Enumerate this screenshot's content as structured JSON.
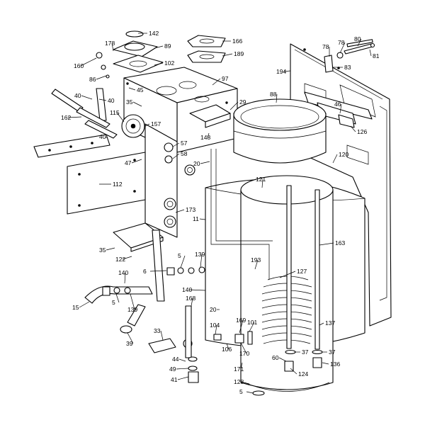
{
  "diagram": {
    "callouts": [
      {
        "id": "c142",
        "label": "142"
      },
      {
        "id": "c178",
        "label": "178"
      },
      {
        "id": "c89",
        "label": "89"
      },
      {
        "id": "c160",
        "label": "160"
      },
      {
        "id": "c86",
        "label": "86"
      },
      {
        "id": "c102",
        "label": "102"
      },
      {
        "id": "c166",
        "label": "166"
      },
      {
        "id": "c189",
        "label": "189"
      },
      {
        "id": "c97",
        "label": "97"
      },
      {
        "id": "c45",
        "label": "45"
      },
      {
        "id": "c40a",
        "label": "40"
      },
      {
        "id": "c40b",
        "label": "40"
      },
      {
        "id": "c35a",
        "label": "35"
      },
      {
        "id": "c29",
        "label": "29"
      },
      {
        "id": "c162",
        "label": "162"
      },
      {
        "id": "c115",
        "label": "115"
      },
      {
        "id": "c157",
        "label": "157"
      },
      {
        "id": "c40c",
        "label": "40"
      },
      {
        "id": "c57",
        "label": "57"
      },
      {
        "id": "c58",
        "label": "58"
      },
      {
        "id": "c148",
        "label": "148"
      },
      {
        "id": "c47",
        "label": "47"
      },
      {
        "id": "c112",
        "label": "112"
      },
      {
        "id": "c173",
        "label": "173"
      },
      {
        "id": "c11",
        "label": "11"
      },
      {
        "id": "c20a",
        "label": "20"
      },
      {
        "id": "c35b",
        "label": "35"
      },
      {
        "id": "c122",
        "label": "122"
      },
      {
        "id": "c5a",
        "label": "5"
      },
      {
        "id": "c139a",
        "label": "139"
      },
      {
        "id": "c6",
        "label": "6"
      },
      {
        "id": "c140a",
        "label": "140"
      },
      {
        "id": "c140b",
        "label": "140"
      },
      {
        "id": "c5b",
        "label": "5"
      },
      {
        "id": "c15",
        "label": "15"
      },
      {
        "id": "c139b",
        "label": "139"
      },
      {
        "id": "c168",
        "label": "168"
      },
      {
        "id": "c20b",
        "label": "20"
      },
      {
        "id": "c39",
        "label": "39"
      },
      {
        "id": "c33",
        "label": "33"
      },
      {
        "id": "c44",
        "label": "44"
      },
      {
        "id": "c49",
        "label": "49"
      },
      {
        "id": "c41",
        "label": "41"
      },
      {
        "id": "c104",
        "label": "104"
      },
      {
        "id": "c169",
        "label": "169"
      },
      {
        "id": "c101",
        "label": "101"
      },
      {
        "id": "c106",
        "label": "106"
      },
      {
        "id": "c170",
        "label": "170"
      },
      {
        "id": "c171",
        "label": "171"
      },
      {
        "id": "c128",
        "label": "128"
      },
      {
        "id": "c5c",
        "label": "5"
      },
      {
        "id": "c60",
        "label": "60"
      },
      {
        "id": "c124",
        "label": "124"
      },
      {
        "id": "c37a",
        "label": "37"
      },
      {
        "id": "c37b",
        "label": "37"
      },
      {
        "id": "c136",
        "label": "136"
      },
      {
        "id": "c137",
        "label": "137"
      },
      {
        "id": "c127",
        "label": "127"
      },
      {
        "id": "c193",
        "label": "193"
      },
      {
        "id": "c163",
        "label": "163"
      },
      {
        "id": "c121",
        "label": "121"
      },
      {
        "id": "c120",
        "label": "120"
      },
      {
        "id": "c88",
        "label": "88"
      },
      {
        "id": "c126",
        "label": "126"
      },
      {
        "id": "c46",
        "label": "46"
      },
      {
        "id": "c83",
        "label": "83"
      },
      {
        "id": "c194",
        "label": "194"
      },
      {
        "id": "c78a",
        "label": "78"
      },
      {
        "id": "c78b",
        "label": "78"
      },
      {
        "id": "c80",
        "label": "80"
      },
      {
        "id": "c81",
        "label": "81"
      }
    ]
  }
}
